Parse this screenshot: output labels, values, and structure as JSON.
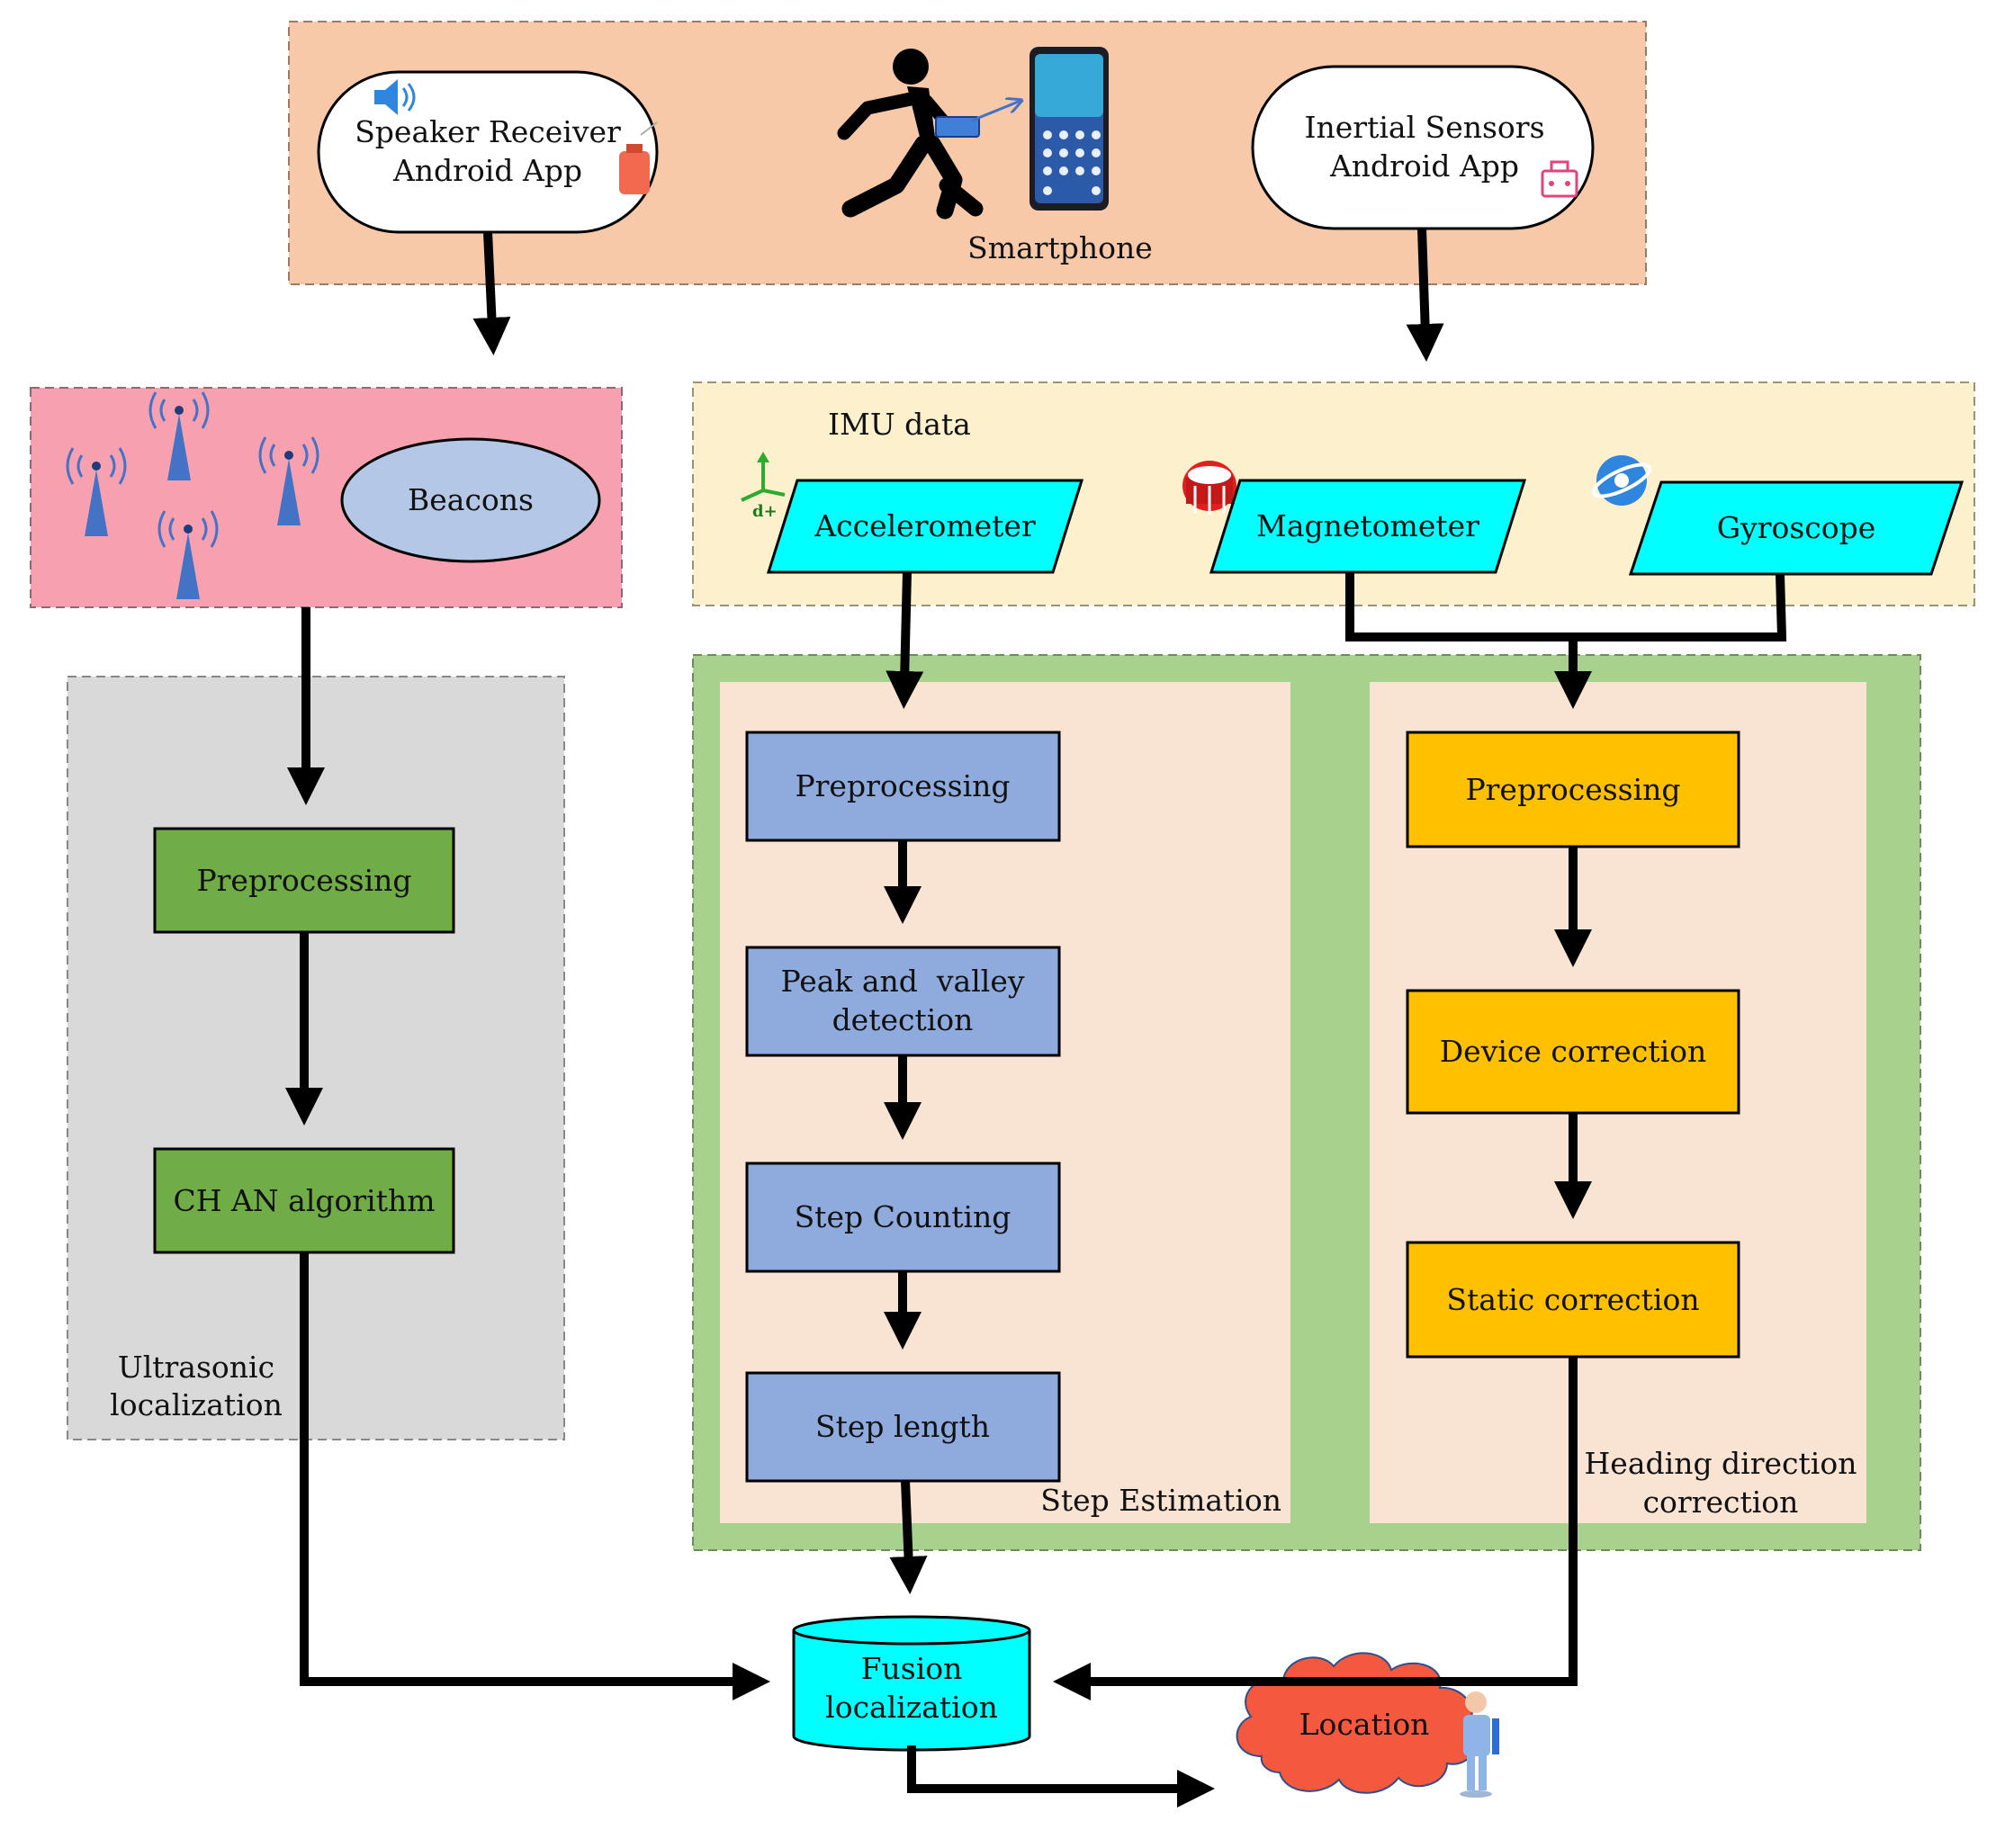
{
  "top": {
    "speaker_app": [
      "Speaker Receiver",
      "Android App"
    ],
    "inertial_app": [
      "Inertial Sensors",
      "Android App"
    ],
    "smartphone": "Smartphone"
  },
  "beacons": {
    "label": "Beacons"
  },
  "imu": {
    "title": "IMU data",
    "accelerometer": "Accelerometer",
    "magnetometer": "Magnetometer",
    "gyroscope": "Gyroscope"
  },
  "ultrasonic": {
    "preprocessing": "Preprocessing",
    "chan": "CH AN algorithm",
    "caption": [
      "Ultrasonic",
      "localization"
    ]
  },
  "step": {
    "preprocessing": "Preprocessing",
    "peak": [
      "Peak and  valley",
      "detection"
    ],
    "counting": "Step Counting",
    "length": "Step length",
    "caption": "Step Estimation"
  },
  "heading": {
    "preprocessing": "Preprocessing",
    "device": "Device correction",
    "static": "Static correction",
    "caption": [
      "Heading direction",
      "correction"
    ]
  },
  "fusion": [
    "Fusion",
    "localization"
  ],
  "location": "Location",
  "colors": {
    "top_bg": "#f7c9a9",
    "beacon_bg": "#f6a0b0",
    "imu_bg": "#fdf0cc",
    "ultra_bg": "#d9d9d9",
    "outer_green": "#a9d18e",
    "inner_bg": "#f9e3d3",
    "green_box": "#70ad47",
    "blue_box": "#8faadc",
    "orange_box": "#ffc000",
    "cyan": "#00ffff",
    "beacons_ellipse": "#b4c7e7",
    "location_cloud": "#f4593f"
  }
}
